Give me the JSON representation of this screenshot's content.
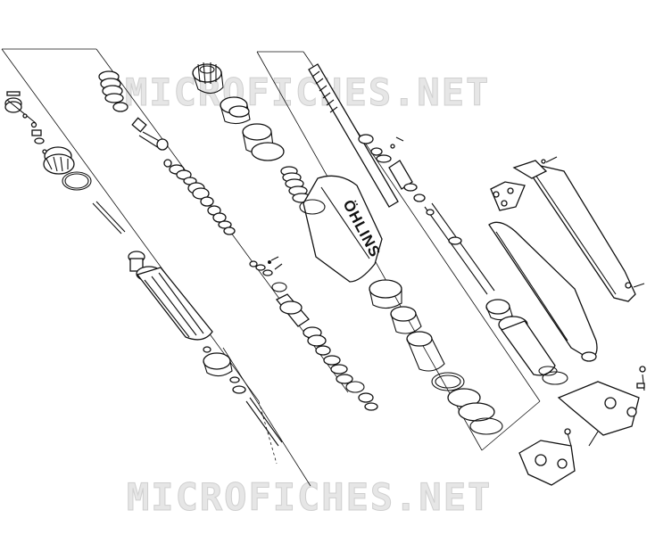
{
  "brand_label": "ÖHLINS",
  "watermark_top": "MICROFICHES.NET",
  "watermark_bottom": "MICROFICHES.NET"
}
